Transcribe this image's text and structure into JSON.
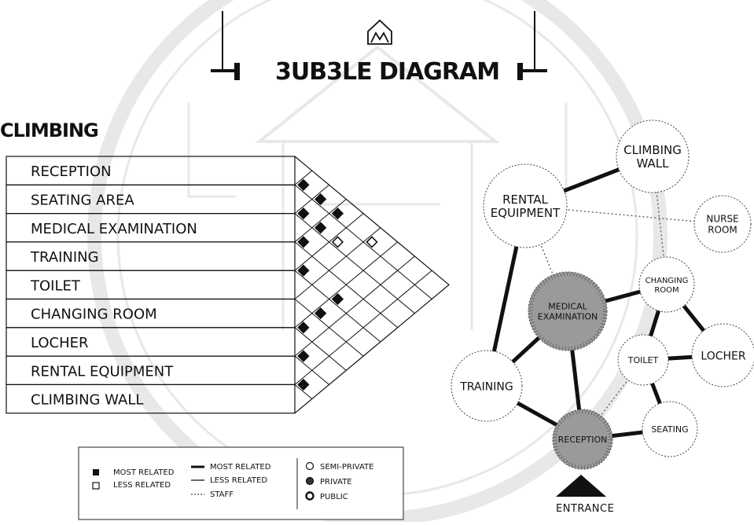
{
  "diagram": {
    "title": "3UB3LE DIAGRAM",
    "section_title": "CLIMBING",
    "entrance_label": "ENTRANCE"
  },
  "matrix": {
    "rows": [
      "RECEPTION",
      "SEATING AREA",
      "MEDICAL EXAMINATION",
      "TRAINING",
      "TOILET",
      "CHANGING ROOM",
      "LOCHER",
      "RENTAL EQUIPMENT",
      "CLIMBING WALL"
    ],
    "relations": [
      {
        "a": 0,
        "b": 1,
        "kind": "most"
      },
      {
        "a": 1,
        "b": 2,
        "kind": "most"
      },
      {
        "a": 0,
        "b": 2,
        "kind": "most"
      },
      {
        "a": 2,
        "b": 3,
        "kind": "most"
      },
      {
        "a": 0,
        "b": 3,
        "kind": "most"
      },
      {
        "a": 1,
        "b": 3,
        "kind": "most"
      },
      {
        "a": 1,
        "b": 4,
        "kind": "less"
      },
      {
        "a": 3,
        "b": 4,
        "kind": "most"
      },
      {
        "a": 5,
        "b": 6,
        "kind": "most"
      },
      {
        "a": 4,
        "b": 6,
        "kind": "most"
      },
      {
        "a": 3,
        "b": 6,
        "kind": "most"
      },
      {
        "a": 0,
        "b": 5,
        "kind": "less"
      },
      {
        "a": 6,
        "b": 7,
        "kind": "most"
      },
      {
        "a": 7,
        "b": 8,
        "kind": "most"
      }
    ]
  },
  "legend": {
    "col1": [
      "MOST RELATED",
      "LESS RELATED"
    ],
    "col2": [
      "MOST RELATED",
      "LESS RELATED",
      "STAFF"
    ],
    "col3": [
      "SEMI-PRIVATE",
      "PRIVATE",
      "PUBLIC"
    ]
  },
  "bubbles": [
    {
      "id": "climbing-wall",
      "lines": [
        "CLIMBING",
        "WALL"
      ],
      "privacy": "semi-private"
    },
    {
      "id": "rental-equipment",
      "lines": [
        "RENTAL",
        "EQUIPMENT"
      ],
      "privacy": "semi-private"
    },
    {
      "id": "nurse-room",
      "lines": [
        "NURSE",
        "ROOM"
      ],
      "privacy": "semi-private"
    },
    {
      "id": "changing-room",
      "lines": [
        "CHANGING",
        "ROOM"
      ],
      "privacy": "semi-private"
    },
    {
      "id": "medical-examination",
      "lines": [
        "MEDICAL",
        "EXAMINATION"
      ],
      "privacy": "private"
    },
    {
      "id": "toilet",
      "lines": [
        "TOILET"
      ],
      "privacy": "semi-private"
    },
    {
      "id": "locher",
      "lines": [
        "LOCHER"
      ],
      "privacy": "semi-private"
    },
    {
      "id": "training",
      "lines": [
        "TRAINING"
      ],
      "privacy": "semi-private"
    },
    {
      "id": "reception",
      "lines": [
        "RECEPTION"
      ],
      "privacy": "private"
    },
    {
      "id": "seating",
      "lines": [
        "SEATING"
      ],
      "privacy": "semi-private"
    }
  ],
  "links": [
    {
      "from": "rental-equipment",
      "to": "climbing-wall",
      "style": "most"
    },
    {
      "from": "rental-equipment",
      "to": "training",
      "style": "most"
    },
    {
      "from": "rental-equipment",
      "to": "medical-examination",
      "style": "staff"
    },
    {
      "from": "nurse-room",
      "to": "rental-equipment",
      "style": "staff"
    },
    {
      "from": "climbing-wall",
      "to": "changing-room",
      "style": "staff"
    },
    {
      "from": "medical-examination",
      "to": "changing-room",
      "style": "most"
    },
    {
      "from": "medical-examination",
      "to": "training",
      "style": "most"
    },
    {
      "from": "medical-examination",
      "to": "reception",
      "style": "most"
    },
    {
      "from": "changing-room",
      "to": "toilet",
      "style": "most"
    },
    {
      "from": "changing-room",
      "to": "locher",
      "style": "most"
    },
    {
      "from": "toilet",
      "to": "locher",
      "style": "most"
    },
    {
      "from": "toilet",
      "to": "seating",
      "style": "most"
    },
    {
      "from": "training",
      "to": "reception",
      "style": "most"
    },
    {
      "from": "reception",
      "to": "seating",
      "style": "most"
    },
    {
      "from": "toilet",
      "to": "reception",
      "style": "staff"
    }
  ]
}
